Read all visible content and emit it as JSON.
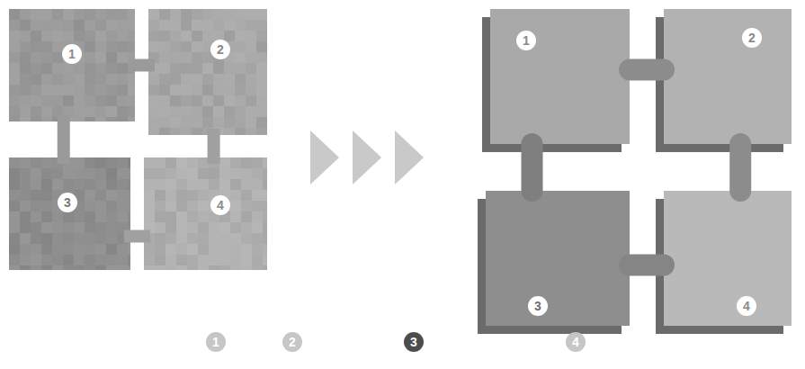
{
  "diagram": {
    "nodes": [
      {
        "text": [
          "1"
        ]
      },
      {
        "text": [
          "2"
        ]
      },
      {
        "text": [
          "3"
        ]
      },
      {
        "text": [
          "4"
        ]
      },
      {
        "text": [
          "1"
        ]
      },
      {
        "text": [
          "2"
        ]
      },
      {
        "text": [
          "3"
        ]
      },
      {
        "text": [
          "4"
        ]
      },
      {
        "text": [
          "1"
        ]
      },
      {
        "text": [
          "2"
        ]
      },
      {
        "text": [
          "3"
        ]
      },
      {
        "text": [
          "4"
        ]
      }
    ],
    "edges": [
      {
        "from": 0,
        "to": 1,
        "arrow": "none"
      },
      {
        "from": 0,
        "to": 2,
        "arrow": "none"
      },
      {
        "from": 1,
        "to": 3,
        "arrow": "none"
      },
      {
        "from": 2,
        "to": 3,
        "arrow": "none"
      },
      {
        "from": 4,
        "to": 5,
        "arrow": "none"
      },
      {
        "from": 4,
        "to": 6,
        "arrow": "none"
      },
      {
        "from": 5,
        "to": 7,
        "arrow": "none"
      },
      {
        "from": 6,
        "to": 7,
        "arrow": "none"
      }
    ]
  }
}
